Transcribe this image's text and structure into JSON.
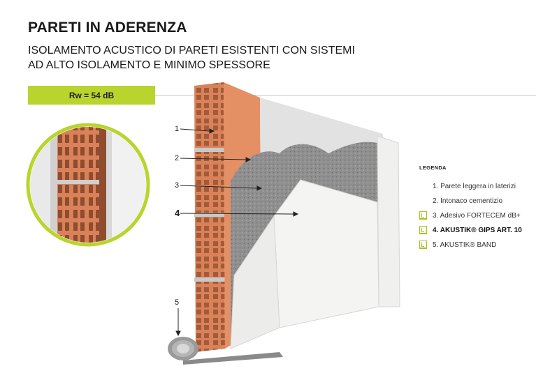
{
  "header": {
    "title": "PARETI IN ADERENZA",
    "subtitle_line1": "ISOLAMENTO ACUSTICO DI PARETI ESISTENTI CON SISTEMI",
    "subtitle_line2": "AD ALTO ISOLAMENTO E MINIMO SPESSORE"
  },
  "rating": {
    "label": "Rw = 54 dB"
  },
  "callouts": [
    "1",
    "2",
    "3",
    "4",
    "5"
  ],
  "legend": {
    "title": "LEGENDA",
    "items": [
      {
        "label": "1. Parete leggera in laterizi",
        "system_icon": false
      },
      {
        "label": "2. Intonaco cementizio",
        "system_icon": false
      },
      {
        "label": "3. Adesivo FORTECEM dB+",
        "system_icon": true
      },
      {
        "label": "4. AKUSTIK® GIPS ART. 10",
        "system_icon": true
      },
      {
        "label": "5. AKUSTIK® BAND",
        "system_icon": true
      }
    ]
  },
  "colors": {
    "accent_green": "#b9d52d",
    "brick": "#d9825a",
    "plaster": "#e4e4e4",
    "adhesive": "#8c8c8c",
    "board": "#f4f4f2"
  }
}
